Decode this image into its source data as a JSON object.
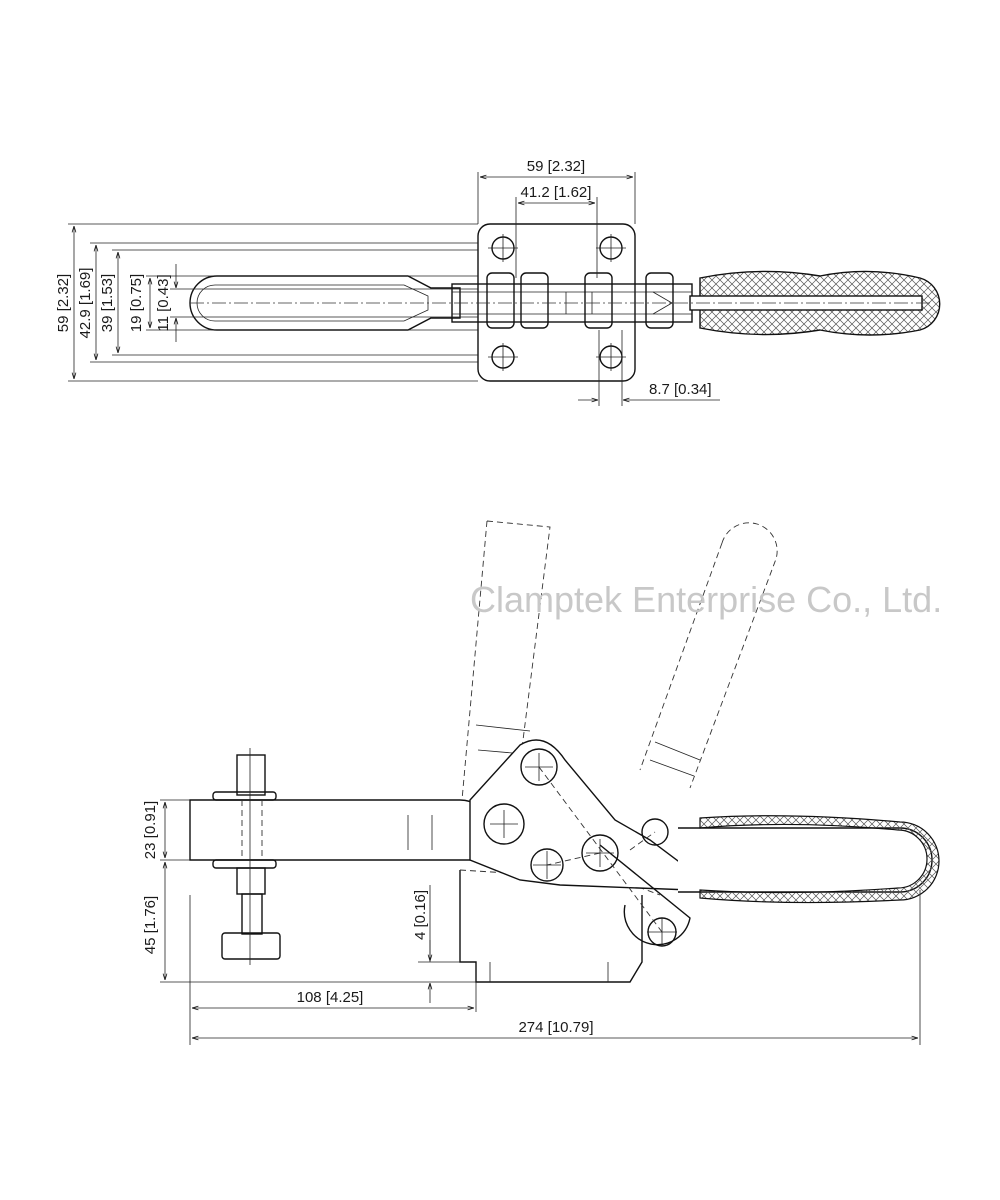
{
  "watermark": "Clamptek Enterprise Co., Ltd.",
  "top_view": {
    "dims": {
      "width_59": "59 [2.32]",
      "width_41_2": "41.2 [1.62]",
      "offset_8_7": "8.7 [0.34]",
      "height_59": "59 [2.32]",
      "height_42_9": "42.9 [1.69]",
      "height_39": "39 [1.53]",
      "height_19": "19 [0.75]",
      "height_11": "11 [0.43]"
    }
  },
  "side_view": {
    "dims": {
      "height_23": "23 [0.91]",
      "height_45": "45 [1.76]",
      "gap_4": "4 [0.16]",
      "length_108": "108 [4.25]",
      "length_274": "274 [10.79]"
    }
  },
  "colors": {
    "line": "#111111",
    "watermark": "#c8c8c8",
    "background": "#ffffff"
  }
}
